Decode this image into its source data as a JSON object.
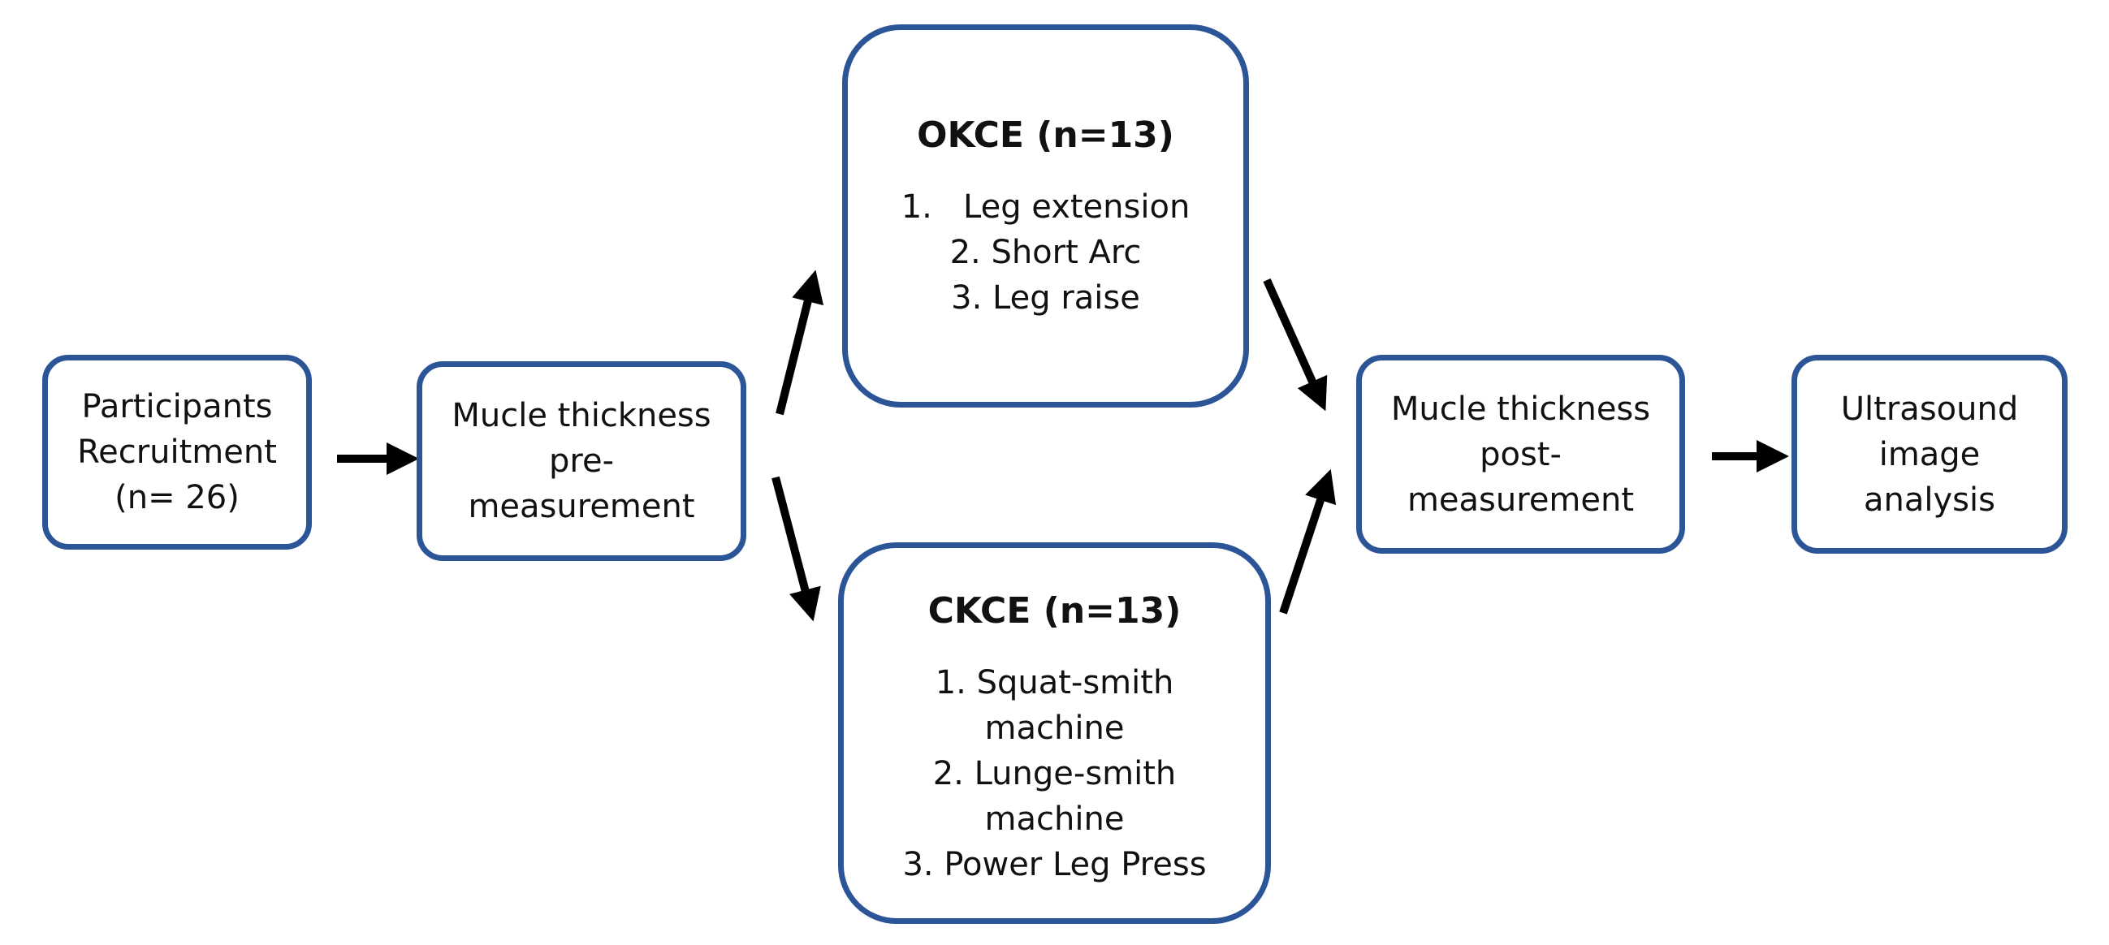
{
  "diagram": {
    "colors": {
      "box_border": "#2b5597",
      "arrow": "#000000"
    },
    "recruitment": {
      "lines": [
        "Participants",
        "Recruitment",
        "(n= 26)"
      ]
    },
    "pre_measurement": {
      "lines": [
        "Mucle thickness",
        "pre-",
        "measurement"
      ]
    },
    "okce": {
      "title": "OKCE (n=13)",
      "items": [
        "1.   Leg extension",
        "2. Short Arc",
        "3. Leg raise"
      ]
    },
    "ckce": {
      "title": "CKCE (n=13)",
      "items": [
        "1. Squat-smith",
        "machine",
        "2. Lunge-smith",
        "machine",
        "3. Power Leg Press"
      ]
    },
    "post_measurement": {
      "lines": [
        "Mucle thickness",
        "post-",
        "measurement"
      ]
    },
    "analysis": {
      "lines": [
        "Ultrasound",
        "image",
        "analysis"
      ]
    }
  }
}
